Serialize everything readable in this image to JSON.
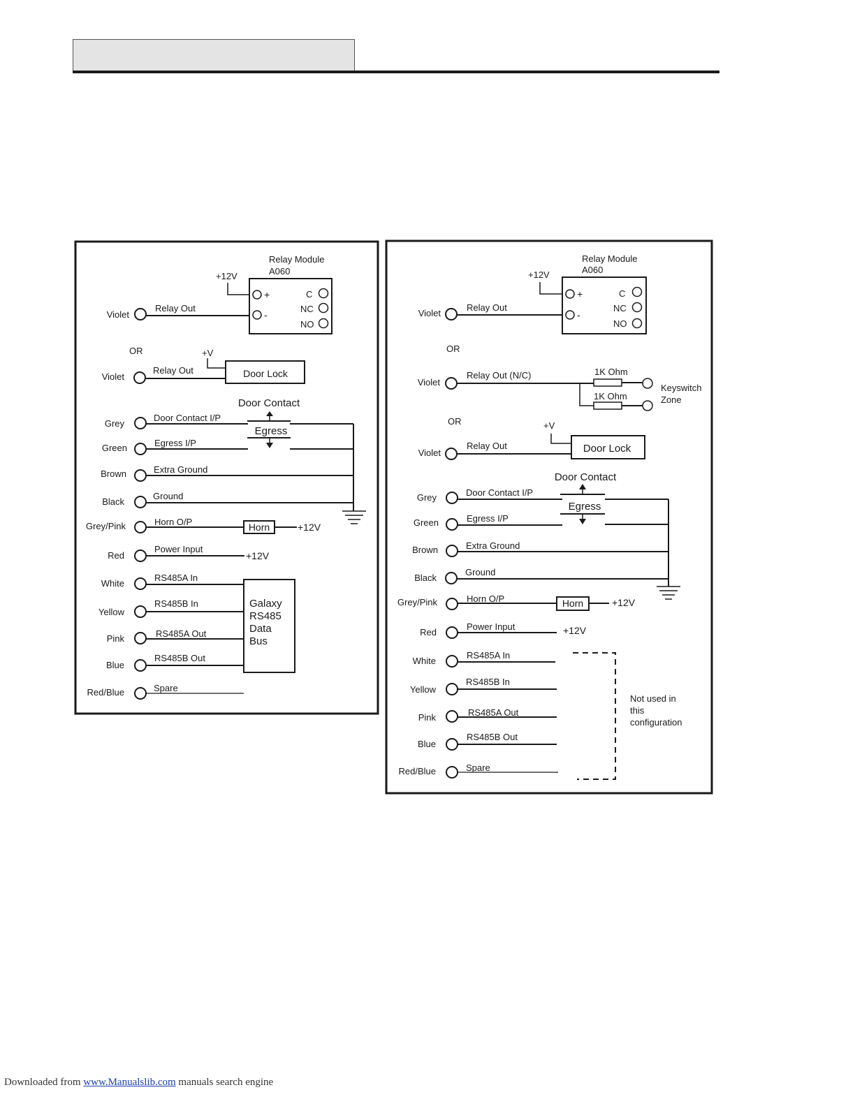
{
  "left_panel": {
    "relay_module_line1": "Relay Module",
    "relay_module_line2": "A060",
    "plus12v_label": "+12V",
    "relay_plus": "+",
    "relay_minus": "-",
    "relay_c": "C",
    "relay_nc": "NC",
    "relay_no": "NO",
    "or_label": "OR",
    "plus_v_label": "+V",
    "door_lock_label": "Door Lock",
    "door_contact_label": "Door Contact",
    "egress_label": "Egress",
    "horn_label": "Horn",
    "horn_12v": "+12V",
    "power_12v": "+12V",
    "bus_lines": [
      "Galaxy",
      "RS485",
      "Data",
      "Bus"
    ],
    "wires": [
      {
        "color": "Violet",
        "function": "Relay Out"
      },
      {
        "color": "Violet",
        "function": "Relay Out"
      },
      {
        "color": "Grey",
        "function": "Door Contact I/P"
      },
      {
        "color": "Green",
        "function": "Egress I/P"
      },
      {
        "color": "Brown",
        "function": "Extra Ground"
      },
      {
        "color": "Black",
        "function": "Ground"
      },
      {
        "color": "Grey/Pink",
        "function": "Horn O/P"
      },
      {
        "color": "Red",
        "function": "Power Input"
      },
      {
        "color": "White",
        "function": "RS485A In"
      },
      {
        "color": "Yellow",
        "function": "RS485B In"
      },
      {
        "color": "Pink",
        "function": "RS485A Out"
      },
      {
        "color": "Blue",
        "function": "RS485B Out"
      },
      {
        "color": "Red/Blue",
        "function": "Spare"
      }
    ]
  },
  "right_panel": {
    "relay_module_line1": "Relay Module",
    "relay_module_line2": "A060",
    "plus12v_label": "+12V",
    "relay_plus": "+",
    "relay_minus": "-",
    "relay_c": "C",
    "relay_nc": "NC",
    "relay_no": "NO",
    "or_label_1": "OR",
    "or_label_2": "OR",
    "resistor_1": "1K Ohm",
    "resistor_2": "1K Ohm",
    "keyswitch_line1": "Keyswitch",
    "keyswitch_line2": "Zone",
    "plus_v_label": "+V",
    "door_lock_label": "Door Lock",
    "door_contact_label": "Door Contact",
    "egress_label": "Egress",
    "horn_label": "Horn",
    "horn_12v": "+12V",
    "power_12v": "+12V",
    "not_used_lines": [
      "Not used in",
      "this",
      "configuration"
    ],
    "wires": [
      {
        "color": "Violet",
        "function": "Relay Out"
      },
      {
        "color": "Violet",
        "function": "Relay Out (N/C)"
      },
      {
        "color": "Violet",
        "function": "Relay Out"
      },
      {
        "color": "Grey",
        "function": "Door Contact I/P"
      },
      {
        "color": "Green",
        "function": "Egress I/P"
      },
      {
        "color": "Brown",
        "function": "Extra Ground"
      },
      {
        "color": "Black",
        "function": "Ground"
      },
      {
        "color": "Grey/Pink",
        "function": "Horn O/P"
      },
      {
        "color": "Red",
        "function": "Power Input"
      },
      {
        "color": "White",
        "function": "RS485A In"
      },
      {
        "color": "Yellow",
        "function": "RS485B In"
      },
      {
        "color": "Pink",
        "function": "RS485A Out"
      },
      {
        "color": "Blue",
        "function": "RS485B Out"
      },
      {
        "color": "Red/Blue",
        "function": "Spare"
      }
    ]
  },
  "footer": {
    "prefix": "Downloaded from ",
    "link_text": "www.Manualslib.com",
    "suffix": " manuals search engine"
  }
}
